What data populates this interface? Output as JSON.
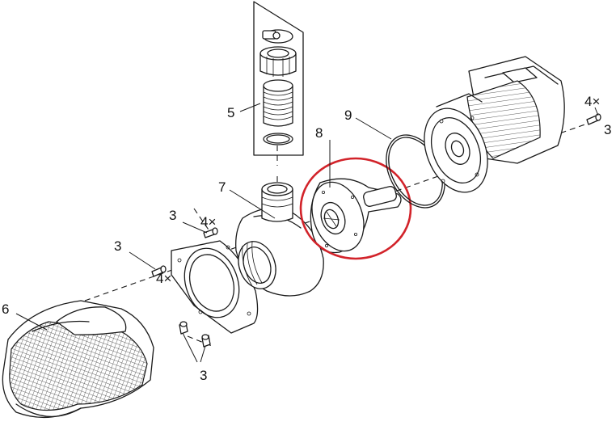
{
  "labels": {
    "part_3_a": "3",
    "part_4x_a": "4×",
    "part_3_b": "3",
    "part_4x_b": "4×",
    "part_3_c": "3",
    "part_3_d": "3",
    "part_4x_d": "4×",
    "part_5": "5",
    "part_6": "6",
    "part_7": "7",
    "part_8": "8",
    "part_9": "9"
  },
  "highlight": {
    "color": "#d2232a",
    "target": "8"
  },
  "line_color": "#1a1a1a"
}
